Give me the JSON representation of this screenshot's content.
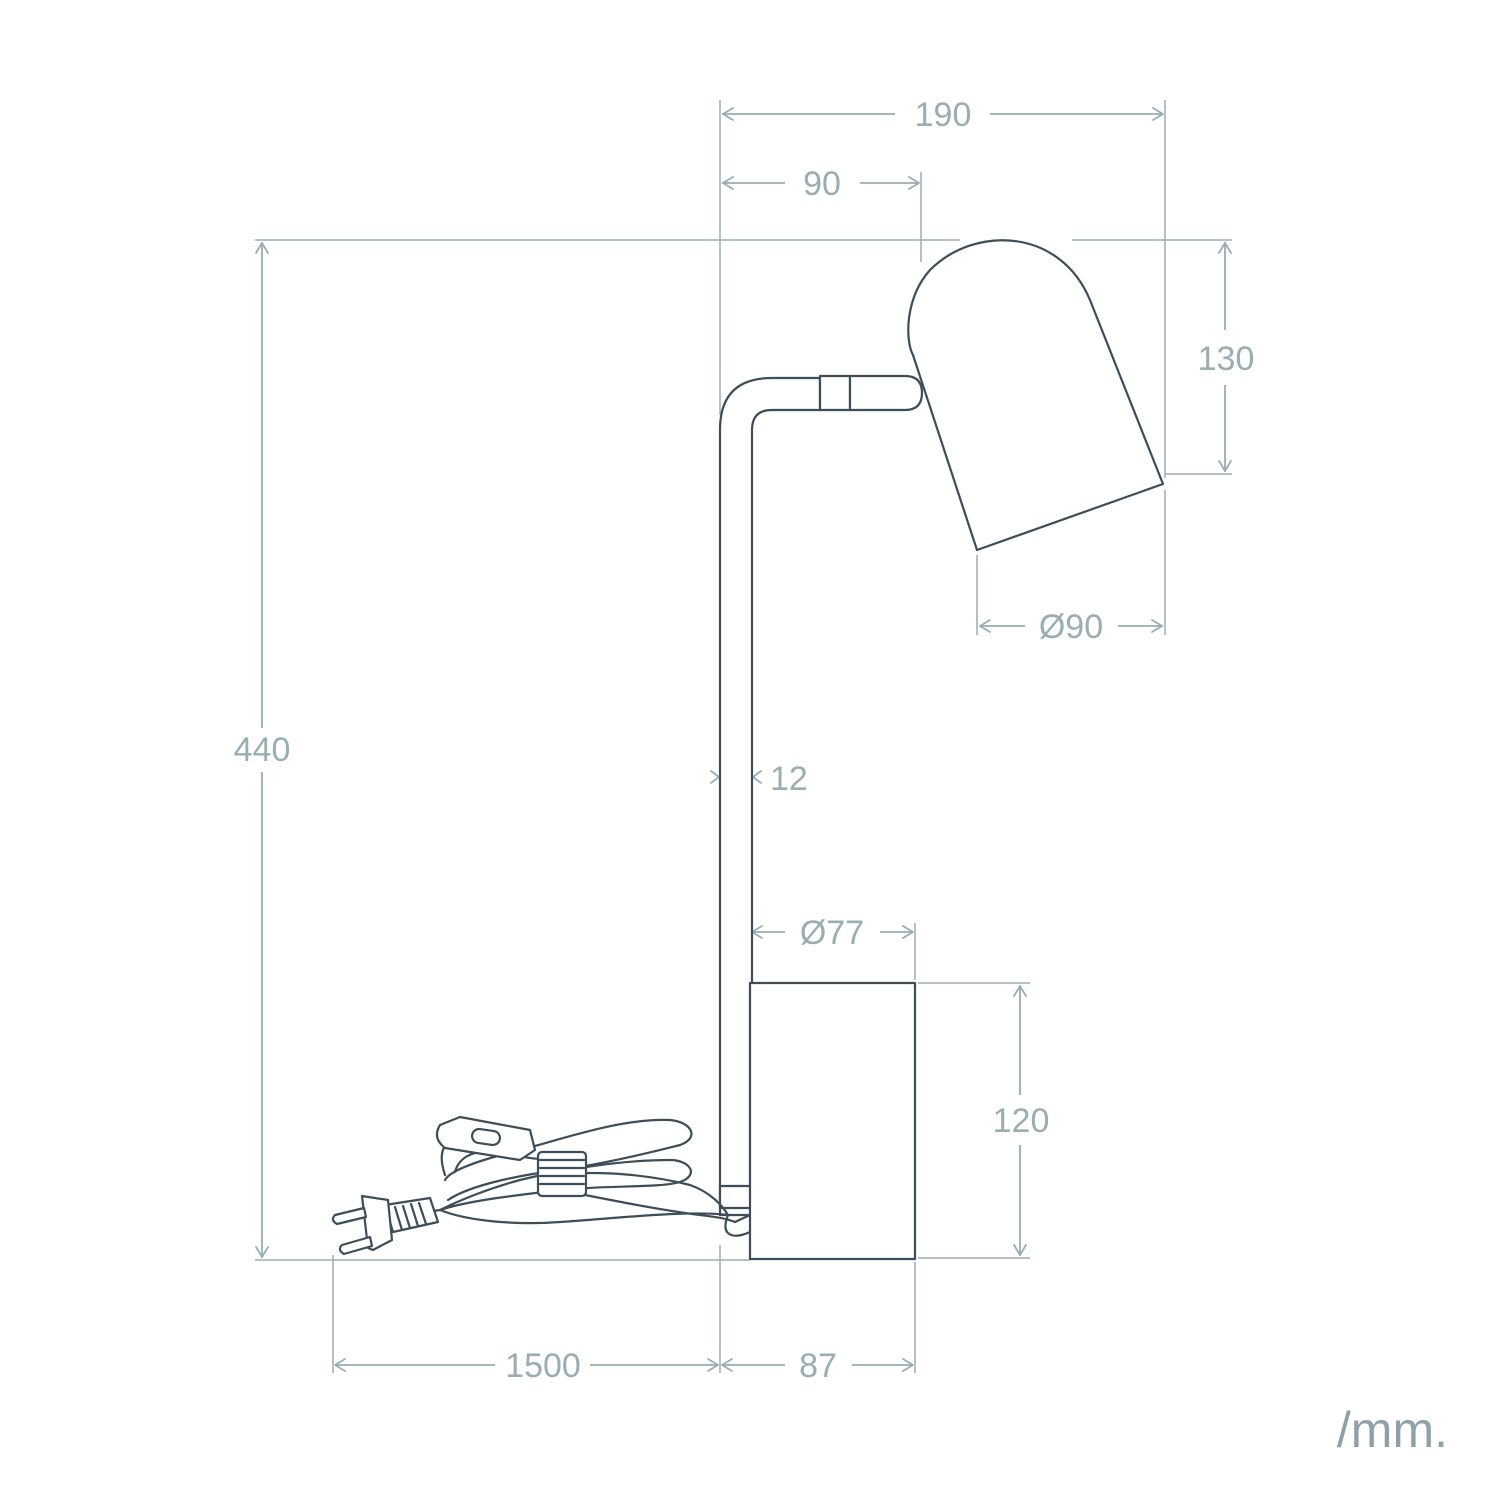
{
  "colors": {
    "lamp_stroke": "#3d4d59",
    "dimension": "#9aadb3",
    "unit": "#8fa1a8"
  },
  "dimensions": {
    "overall_width": "190",
    "arm_reach": "90",
    "overall_height": "440",
    "shade_height": "130",
    "shade_diameter": "Ø90",
    "stem_thickness": "12",
    "base_diameter": "Ø77",
    "base_height": "120",
    "cable_length": "1500",
    "base_width": "87"
  },
  "unit_label": "/mm."
}
